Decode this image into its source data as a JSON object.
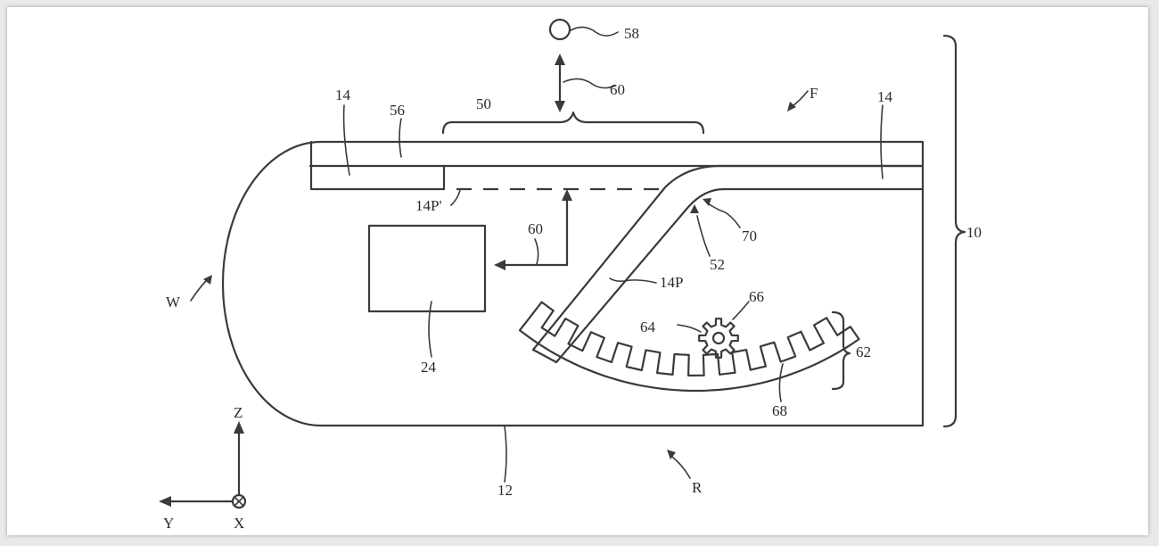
{
  "labels": {
    "ref_58": "58",
    "ref_60_top": "60",
    "ref_50": "50",
    "ref_F": "F",
    "ref_14_left": "14",
    "ref_56": "56",
    "ref_14_right": "14",
    "ref_10": "10",
    "ref_14P_prime": "14P'",
    "ref_60_mid": "60",
    "ref_70": "70",
    "ref_52": "52",
    "ref_14P": "14P",
    "ref_66": "66",
    "ref_64": "64",
    "ref_62": "62",
    "ref_W": "W",
    "ref_24": "24",
    "ref_68": "68",
    "ref_12": "12",
    "ref_R": "R",
    "axis_Z": "Z",
    "axis_Y": "Y",
    "axis_X": "X"
  }
}
